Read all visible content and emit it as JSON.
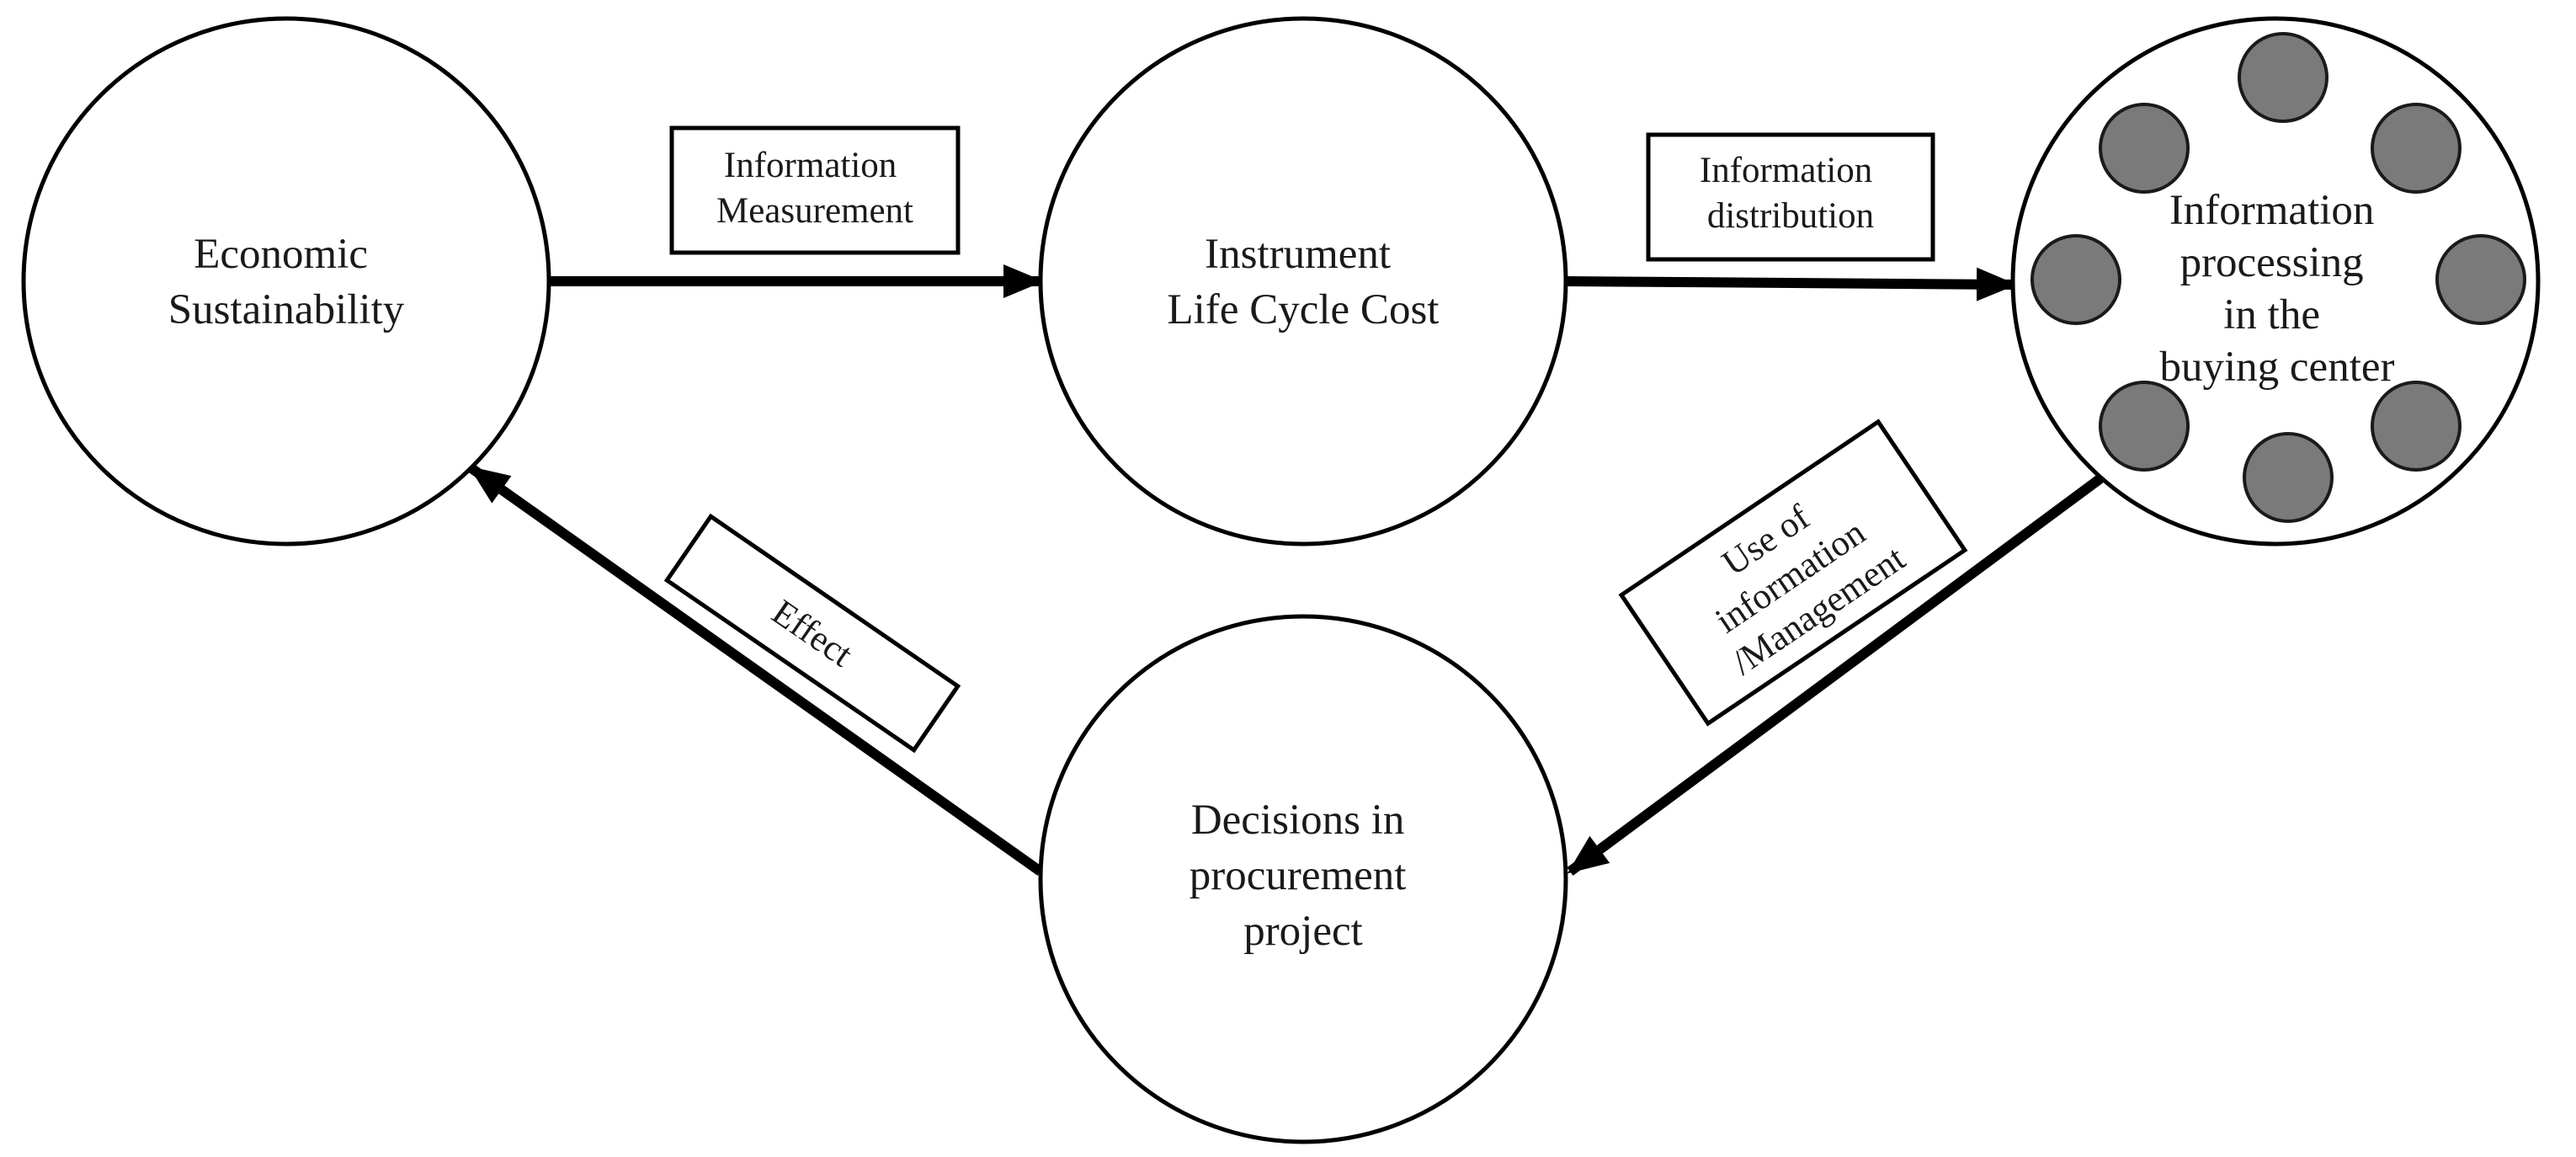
{
  "nodes": {
    "economic": {
      "lines": [
        "Economic",
        "Sustainability"
      ]
    },
    "instrument": {
      "lines": [
        "Instrument",
        "Life Cycle Cost"
      ]
    },
    "buying_center": {
      "lines": [
        "Information",
        "processing",
        "in the",
        "buying center"
      ]
    },
    "decisions": {
      "lines": [
        "Decisions in",
        "procurement",
        "project"
      ]
    }
  },
  "edges": {
    "measurement": {
      "lines": [
        "Information",
        "Measurement"
      ]
    },
    "distribution": {
      "lines": [
        "Information",
        "distribution"
      ]
    },
    "use": {
      "lines": [
        "Use of",
        "information",
        "/Management"
      ]
    },
    "effect": {
      "lines": [
        "Effect"
      ]
    }
  },
  "colors": {
    "stroke": "#000000",
    "member_fill": "#7a7a7a",
    "text": "#1a1a1a"
  }
}
